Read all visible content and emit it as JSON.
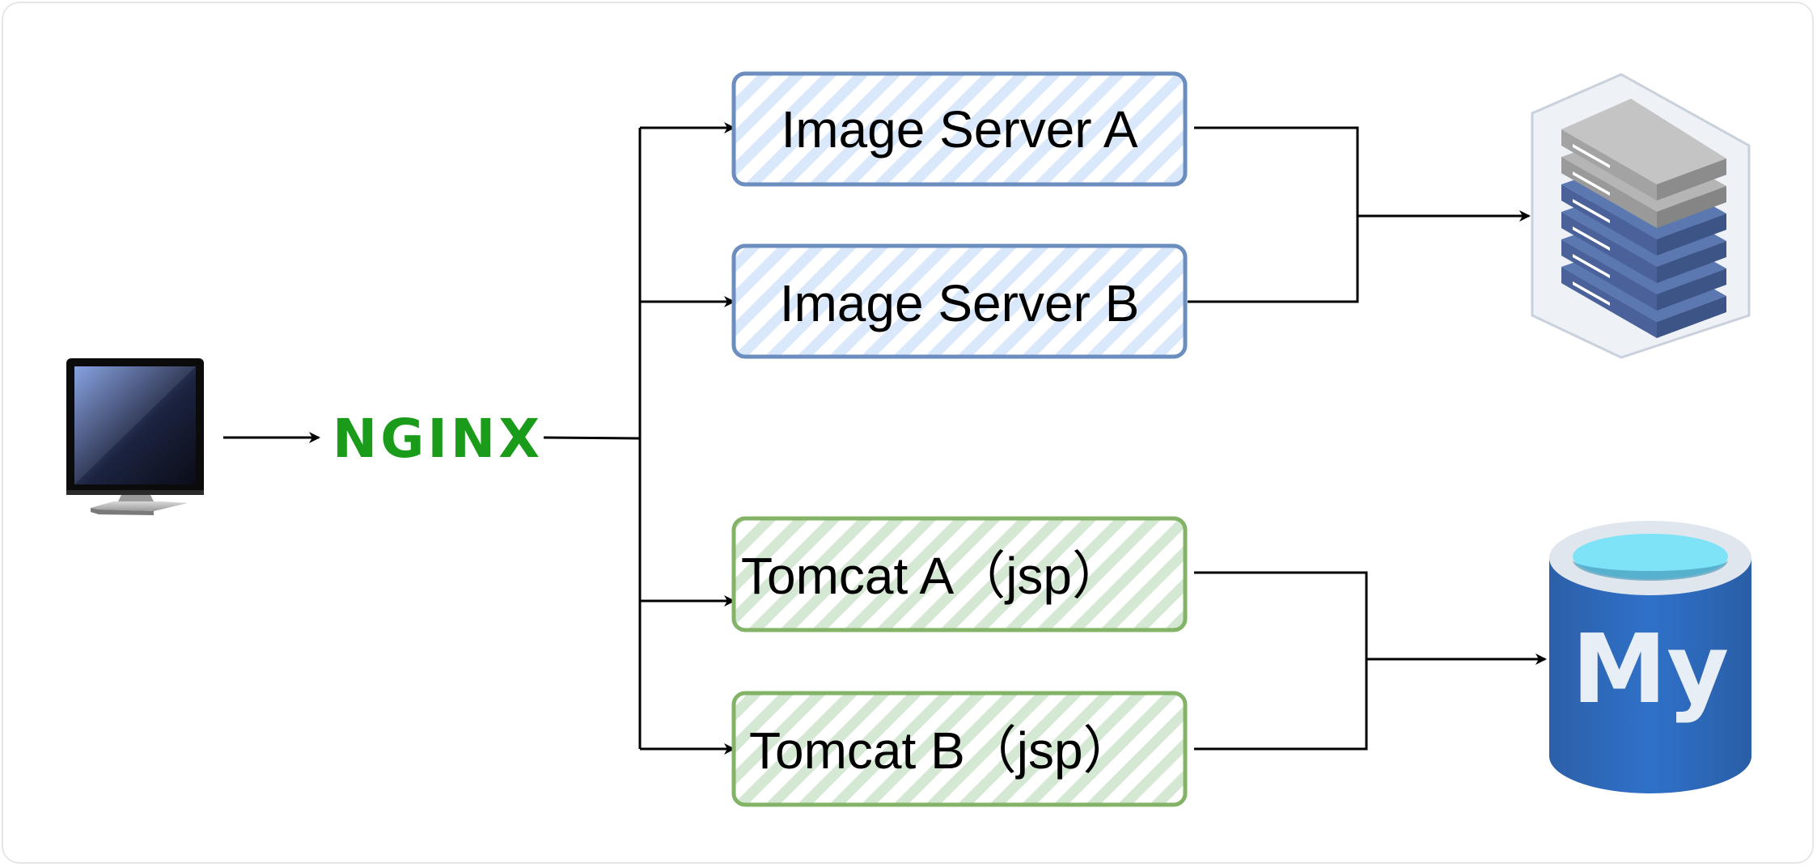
{
  "diagram": {
    "nodes": {
      "client": {
        "icon": "monitor-icon"
      },
      "proxy": {
        "logo_text": "NGINX",
        "color": "#1a9c1a"
      },
      "image_server_a": {
        "label": "Image Server A"
      },
      "image_server_b": {
        "label": "Image Server B"
      },
      "tomcat_a": {
        "label": "Tomcat A（jsp）"
      },
      "tomcat_b": {
        "label": "Tomcat B（jsp）"
      },
      "storage": {
        "icon": "server-rack-icon"
      },
      "database": {
        "icon": "mysql-database-icon",
        "label": "My"
      }
    },
    "edges": [
      {
        "from": "client",
        "to": "proxy"
      },
      {
        "from": "proxy",
        "to": "image_server_a"
      },
      {
        "from": "proxy",
        "to": "image_server_b"
      },
      {
        "from": "proxy",
        "to": "tomcat_a"
      },
      {
        "from": "proxy",
        "to": "tomcat_b"
      },
      {
        "from": "image_server_a",
        "to": "storage"
      },
      {
        "from": "image_server_b",
        "to": "storage"
      },
      {
        "from": "tomcat_a",
        "to": "database"
      },
      {
        "from": "tomcat_b",
        "to": "database"
      }
    ],
    "colors": {
      "image_server_stroke": "#6c8ebf",
      "image_server_hatch": "#dae8fc",
      "tomcat_stroke": "#82b366",
      "tomcat_hatch": "#d5e8d4",
      "connector": "#000000"
    }
  }
}
